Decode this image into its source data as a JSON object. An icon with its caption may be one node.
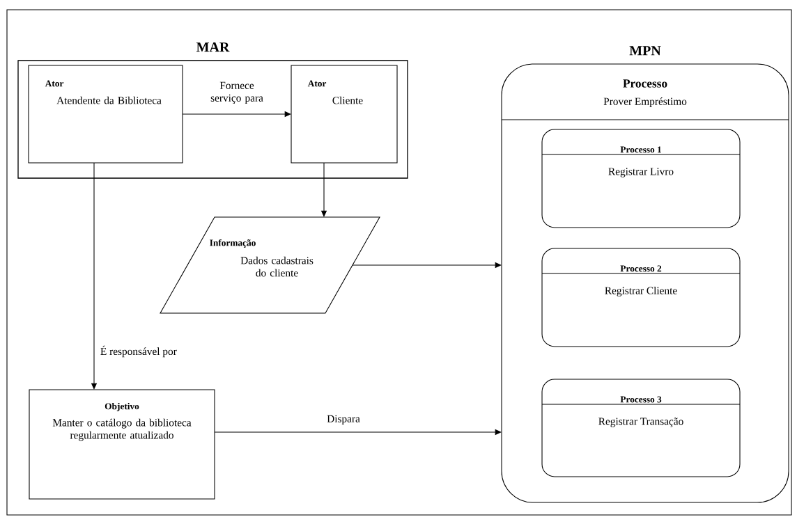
{
  "diagram": {
    "nodes": [
      {
        "text": [
          "MAR"
        ]
      },
      {
        "text": [
          "Ator",
          "Atendente da Biblioteca"
        ],
        "in": 0
      },
      {
        "text": [
          "Ator",
          "Cliente"
        ],
        "in": 0
      },
      {
        "text": [
          "Informação",
          "Dados cadastrais do cliente"
        ]
      },
      {
        "text": [
          "Objetivo",
          "Manter o catálogo da biblioteca regularmente atualizado"
        ]
      },
      {
        "text": [
          "MPN",
          "Processo",
          "Prover Empréstimo"
        ]
      },
      {
        "text": [
          "Processo 1",
          "Registrar Livro"
        ],
        "in": 5
      },
      {
        "text": [
          "Processo 2",
          "Registrar Cliente"
        ],
        "in": 5
      },
      {
        "text": [
          "Processo 3",
          "Registrar Transação"
        ],
        "in": 5
      }
    ],
    "edges": [
      {
        "from": 1,
        "to": 2,
        "arrow": "to",
        "label": "Fornece serviço para"
      },
      {
        "from": 2,
        "to": 3,
        "arrow": "to"
      },
      {
        "from": 1,
        "to": 4,
        "arrow": "to",
        "label": "É responsável por"
      },
      {
        "from": 3,
        "to": 5,
        "arrow": "to"
      },
      {
        "from": 4,
        "to": 5,
        "arrow": "to",
        "label": "Dispara"
      }
    ]
  }
}
